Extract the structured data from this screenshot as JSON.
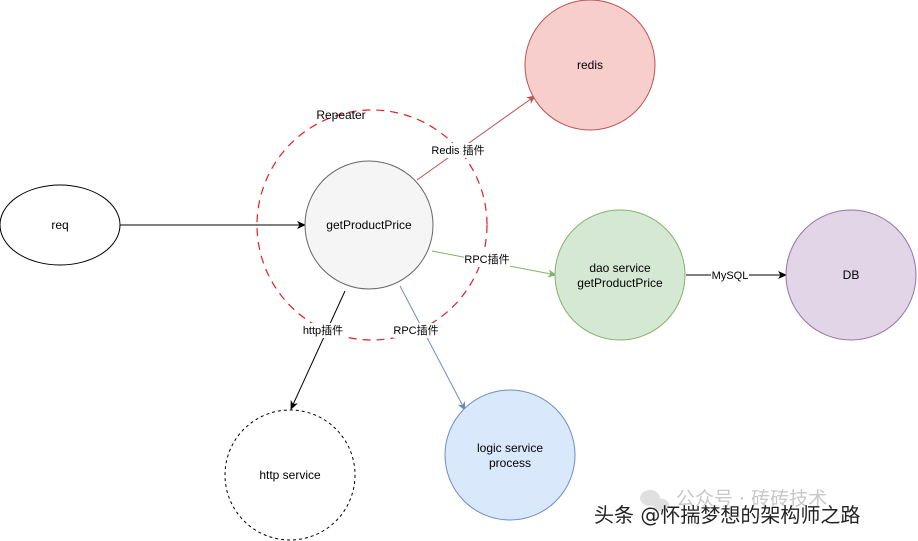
{
  "nodes": {
    "req": {
      "label": "req"
    },
    "repeater": {
      "label": "Repeater"
    },
    "center": {
      "label": "getProductPrice"
    },
    "redis": {
      "label": "redis"
    },
    "dao": {
      "label_line1": "dao service",
      "label_line2": "getProductPrice"
    },
    "db": {
      "label": "DB"
    },
    "http": {
      "label": "http service"
    },
    "logic": {
      "label_line1": "logic service",
      "label_line2": "process"
    }
  },
  "edges": {
    "redis": {
      "label": "Redis 插件"
    },
    "rpc_dao": {
      "label": "RPC插件"
    },
    "mysql": {
      "label": "MySQL"
    },
    "http": {
      "label": "http插件"
    },
    "rpc_logic": {
      "label": "RPC插件"
    }
  },
  "colors": {
    "redis_fill": "#f8cecc",
    "redis_stroke": "#b85450",
    "dao_fill": "#d5e8d4",
    "dao_stroke": "#82b366",
    "db_fill": "#e1d5e7",
    "db_stroke": "#9673a6",
    "logic_fill": "#dae8fc",
    "logic_stroke": "#6c8ebf",
    "center_fill": "#f5f5f5",
    "center_stroke": "#666666",
    "repeater_stroke": "#e02020"
  },
  "watermark": {
    "faint": "公众号 · 砖砖技术",
    "main": "头条 @怀揣梦想的架构师之路"
  }
}
